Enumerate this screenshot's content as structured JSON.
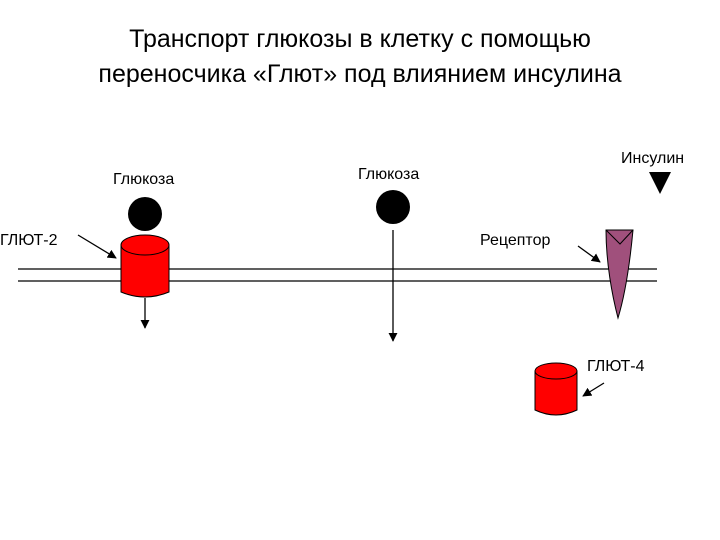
{
  "title": {
    "line1": "Транспорт глюкозы в клетку с помощью",
    "line2": "переносчика «Глют» под влиянием инсулина"
  },
  "labels": {
    "glucose_left": "Глюкоза",
    "glucose_center": "Глюкоза",
    "insulin": "Инсулин",
    "glut2": "ГЛЮТ-2",
    "receptor": "Рецептор",
    "glut4": "ГЛЮТ-4"
  },
  "colors": {
    "transporter": "#ff0000",
    "receptor": "#a0507c",
    "glucose": "#000000",
    "insulin": "#000000",
    "membrane": "#000000"
  }
}
